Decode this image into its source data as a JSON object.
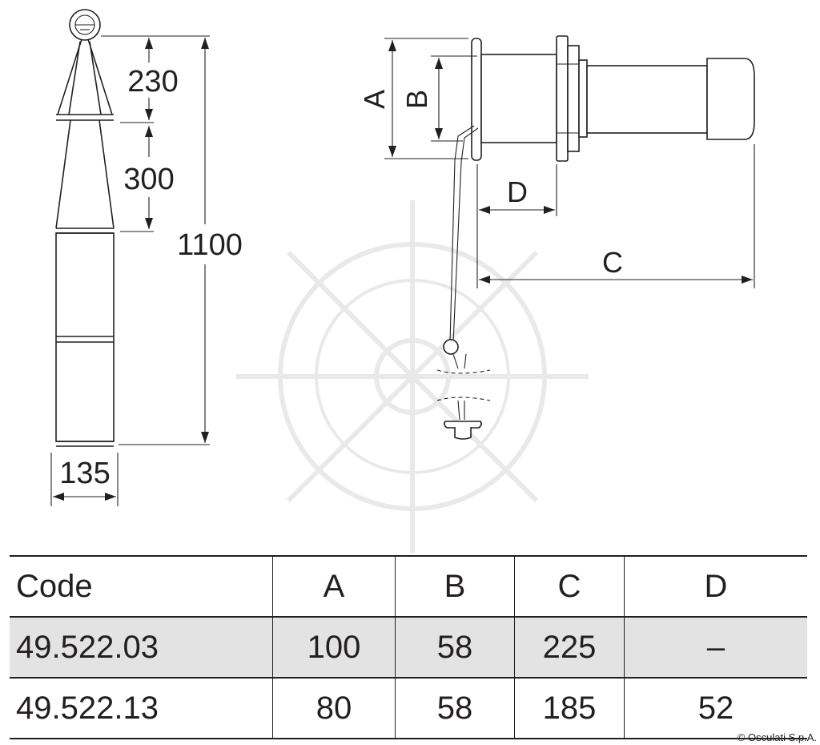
{
  "dimensions": {
    "top_segment": "230",
    "mid_segment": "300",
    "total_height": "1100",
    "width": "135",
    "label_a": "A",
    "label_b": "B",
    "label_c": "C",
    "label_d": "D"
  },
  "table": {
    "headers": [
      "Code",
      "A",
      "B",
      "C",
      "D"
    ],
    "rows": [
      [
        "49.522.03",
        "100",
        "58",
        "225",
        "–"
      ],
      [
        "49.522.13",
        "80",
        "58",
        "185",
        "52"
      ]
    ]
  },
  "copyright": "© Osculati S.p.A."
}
